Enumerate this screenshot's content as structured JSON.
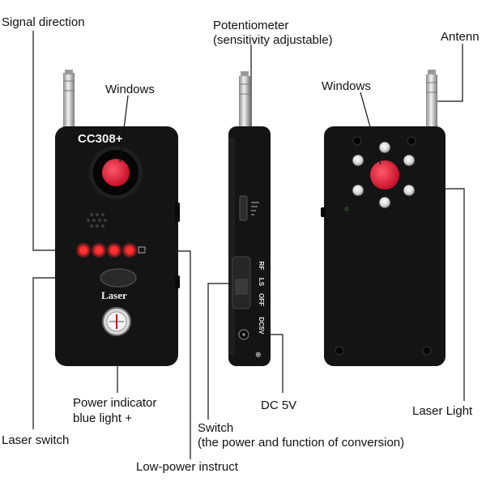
{
  "device": {
    "model": "CC308+",
    "laser_button_text": "Laser",
    "switch_marks": [
      "RF",
      "LS",
      "OFF",
      "DC5V"
    ],
    "colors": {
      "body": "#141414",
      "lens": "#e02030",
      "led": "#ff2a2a",
      "callout_line": "#111111"
    }
  },
  "labels": {
    "signal_direction": "Signal direction",
    "windows_front": "Windows",
    "potentiometer_line1": "Potentiometer",
    "potentiometer_line2": "(sensitivity adjustable)",
    "antenn": "Antenn",
    "windows_back": "Windows",
    "power_indicator_line1": "Power indicator",
    "power_indicator_line2": "blue light +",
    "dc_5v": "DC 5V",
    "laser_light": "Laser Light",
    "laser_switch": "Laser switch",
    "switch_line1": "Switch",
    "switch_line2": "(the power and function of conversion)",
    "low_power": "Low-power instruct"
  }
}
